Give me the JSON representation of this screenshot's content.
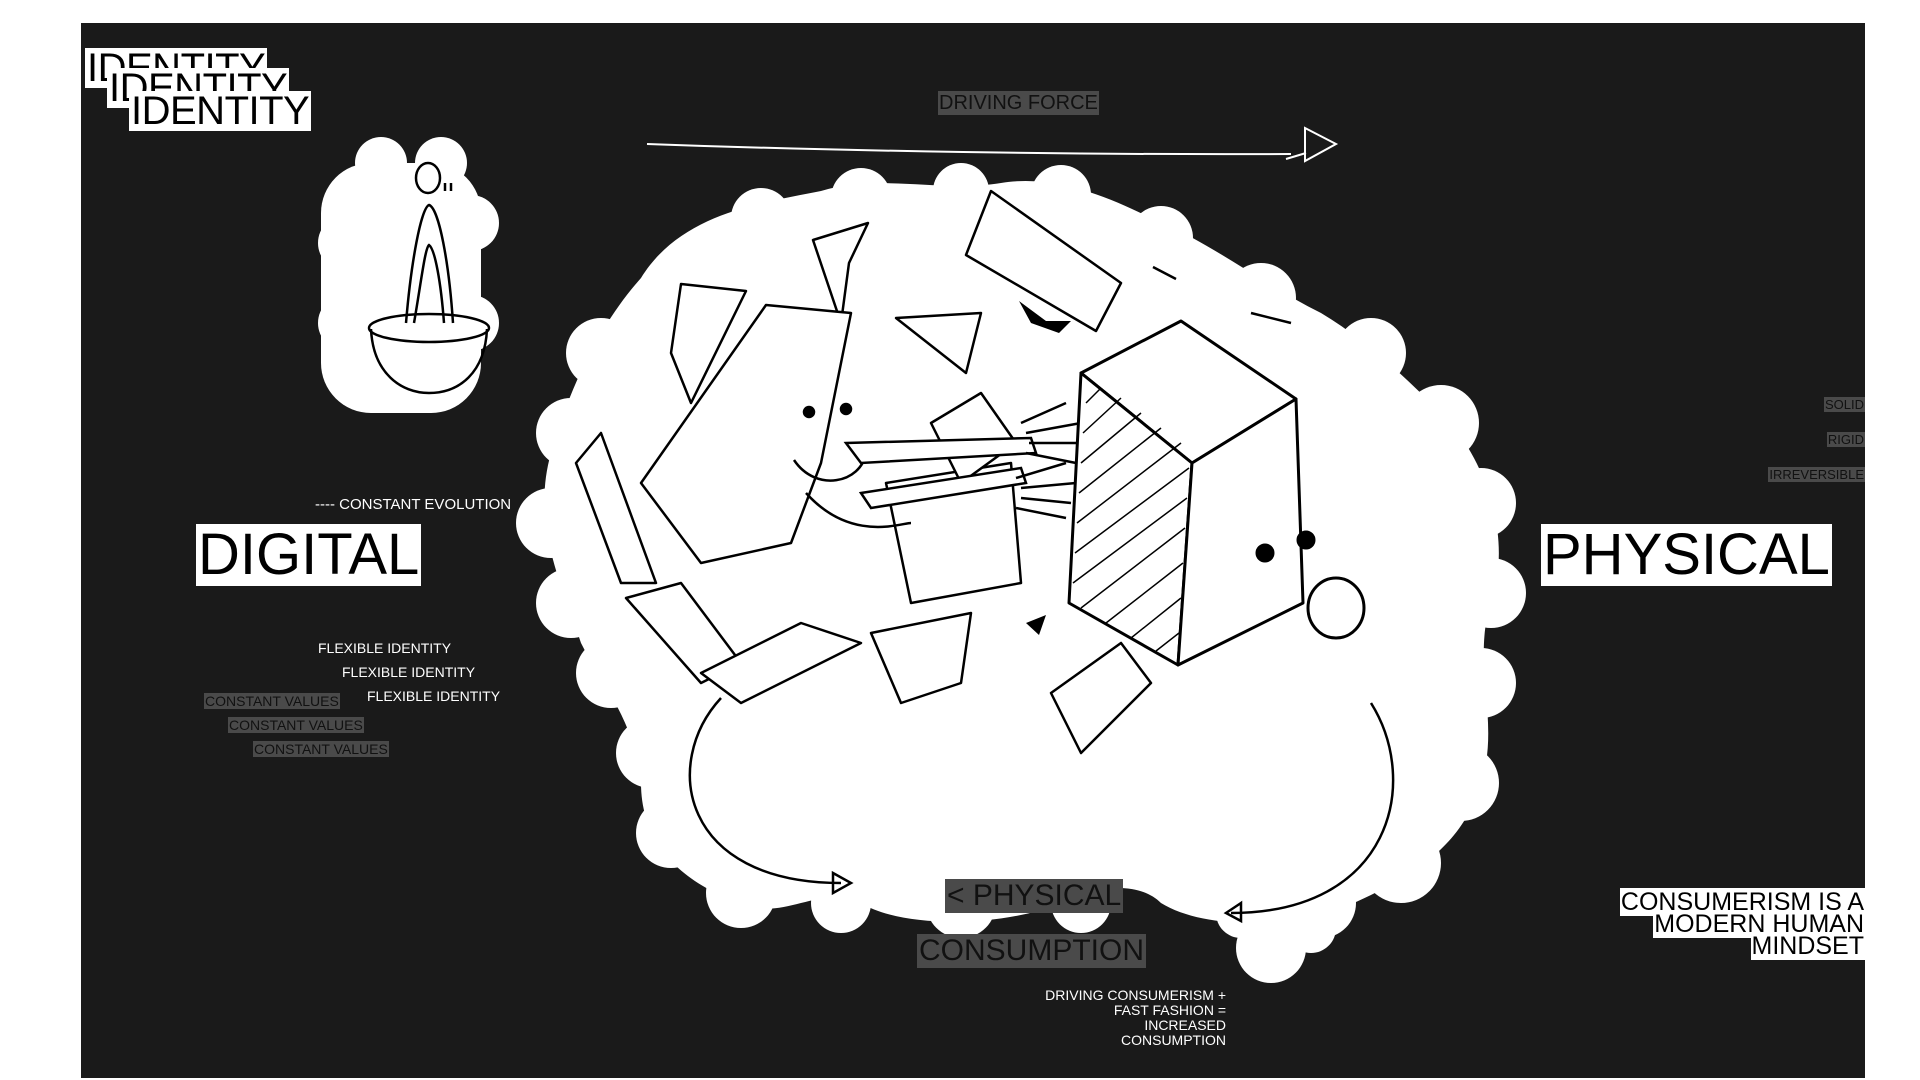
{
  "identity_stack": [
    "IDENTITY",
    "IDENTITY",
    "IDENTITY"
  ],
  "driving_force": "DRIVING FORCE",
  "constant_evolution": "---- CONSTANT EVOLUTION",
  "digital": "DIGITAL",
  "physical": "PHYSICAL",
  "flexible_identity": [
    "FLEXIBLE IDENTITY",
    "FLEXIBLE IDENTITY",
    "FLEXIBLE IDENTITY"
  ],
  "constant_values": [
    "CONSTANT VALUES",
    "CONSTANT VALUES",
    "CONSTANT VALUES"
  ],
  "physical_traits": [
    "SOLID",
    "RIGID",
    "IRREVERSIBLE"
  ],
  "physical_consumption": [
    "< PHYSICAL",
    "CONSUMPTION"
  ],
  "driving_consumerism": [
    "DRIVING CONSUMERISM +",
    "FAST FASHION =",
    "INCREASED",
    "CONSUMPTION"
  ],
  "consumerism_statement": [
    "CONSUMERISM IS A",
    "MODERN HUMAN",
    "MINDSET"
  ],
  "colors": {
    "board": "#1a1a1a",
    "ink": "#ffffff",
    "grey_label": "#4a4a4a"
  }
}
